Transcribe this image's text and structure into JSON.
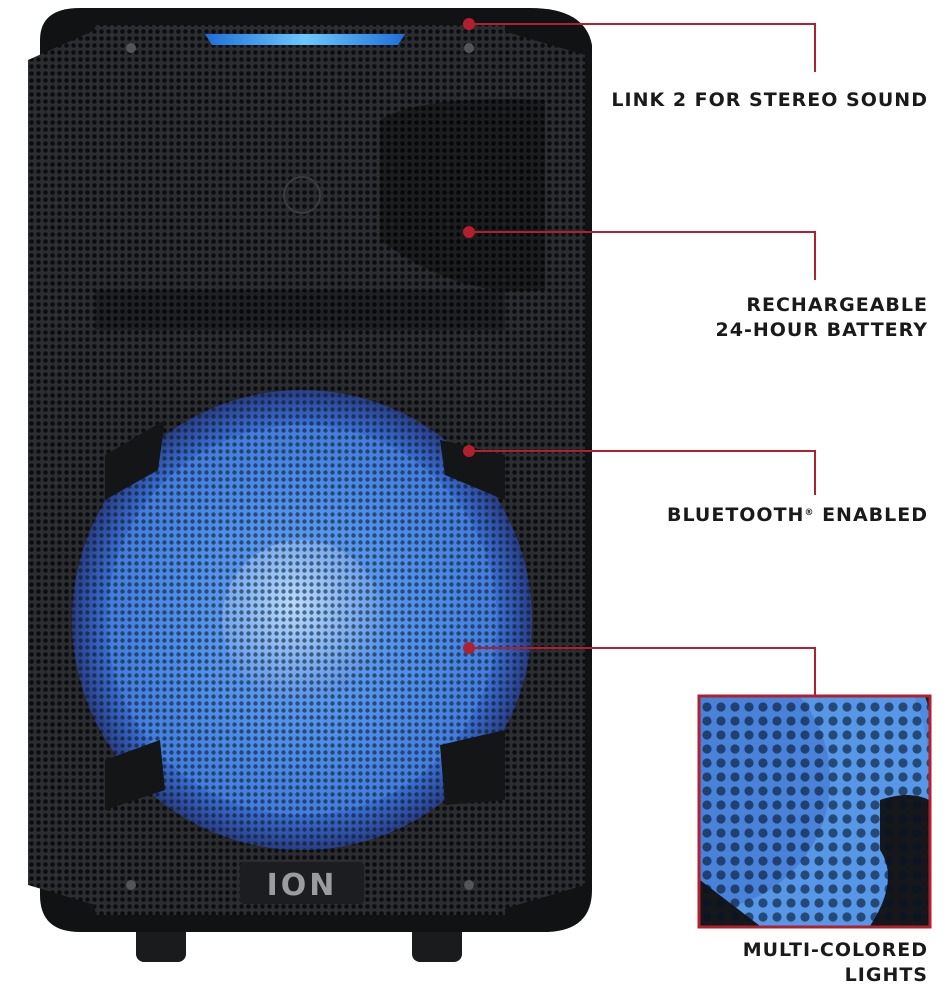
{
  "brand": {
    "logo_text": "ION"
  },
  "colors": {
    "accent_line": "#b0202e",
    "speaker_body": "#1b1c1e",
    "led_blue": "#3fa6ff",
    "woofer_glow": "#4b8fe6"
  },
  "callouts": [
    {
      "id": "stereo",
      "line1": "LINK 2 FOR STEREO SOUND",
      "line2": ""
    },
    {
      "id": "battery",
      "line1": "RECHARGEABLE",
      "line2": "24-HOUR BATTERY"
    },
    {
      "id": "bluetooth",
      "line1": "BLUETOOTH",
      "sup": "®",
      "line1b": " ENABLED"
    },
    {
      "id": "lights",
      "line1": "MULTI-COLORED",
      "line2": "LIGHTS"
    }
  ]
}
